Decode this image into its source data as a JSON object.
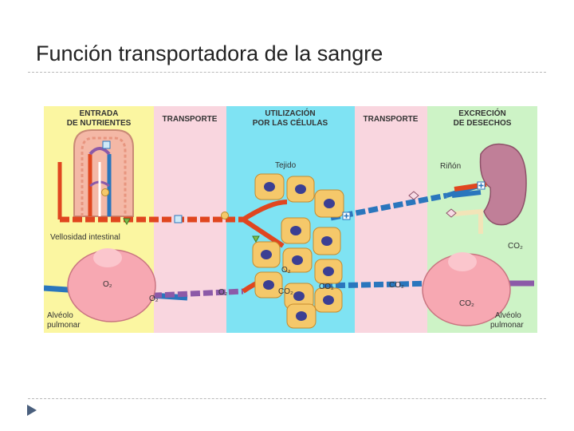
{
  "slide": {
    "title": "Función transportadora de la sangre"
  },
  "diagram": {
    "panels": [
      {
        "line1": "ENTRADA",
        "line2": "DE NUTRIENTES",
        "color": "#fbf6a1"
      },
      {
        "line1": "TRANSPORTE",
        "line2": "",
        "color": "#f9d6df"
      },
      {
        "line1": "UTILIZACIÓN",
        "line2": "POR LAS CÉLULAS",
        "color": "#7fe3f3"
      },
      {
        "line1": "TRANSPORTE",
        "line2": "",
        "color": "#f9d6df"
      },
      {
        "line1": "EXCRECIÓN",
        "line2": "DE DESECHOS",
        "color": "#cdf3c6"
      }
    ],
    "labels": {
      "tissue": "Tejido",
      "kidney": "Riñón",
      "villus": "Vellosidad intestinal",
      "alveolus_left_1": "Alvéolo",
      "alveolus_left_2": "pulmonar",
      "alveolus_right_1": "Alvéolo",
      "alveolus_right_2": "pulmonar",
      "o2_lung": "O₂",
      "o2_vessel": "O₂",
      "o2_tissue_entry": "O₂",
      "o2_cell": "O₂",
      "co2_cell": "CO₂",
      "co2_tissue_exit": "CO₂",
      "co2_transport": "CO₂",
      "co2_kidney": "CO₂",
      "co2_alveolus": "CO₂"
    },
    "colors": {
      "artery": "#e0461f",
      "vein": "#2a76bd",
      "mixed": "#8c5aa8",
      "cell_fill": "#f5c86a",
      "nucleus": "#3b3f93",
      "alveolus": "#f7a8b2",
      "kidney": "#c07f98"
    },
    "icons": [
      "square-nutrient-icon",
      "circle-nutrient-icon",
      "triangle-nutrient-icon",
      "plus-waste-icon",
      "diamond-waste-icon"
    ]
  }
}
